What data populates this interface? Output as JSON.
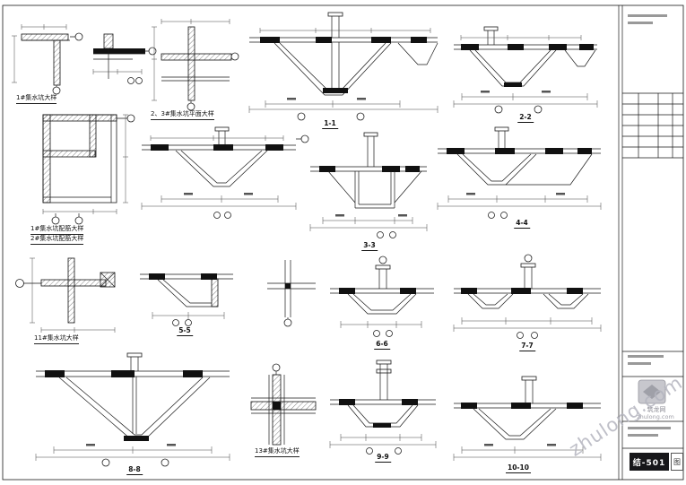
{
  "sheet": {
    "watermark": "zhulong.com"
  },
  "details": [
    {
      "name": "corner-wall-plan",
      "caption": "1#集水坑大样"
    },
    {
      "name": "sump-plan",
      "caption": "2、3#集水坑平面大样"
    },
    {
      "name": "wide-pit-section",
      "mark": "1-1"
    },
    {
      "name": "pit-section-right",
      "mark": "2-2"
    },
    {
      "name": "sump-plan-2",
      "caption1": "1#集水坑配筋大样",
      "caption2": "2#集水坑配筋大样"
    },
    {
      "name": "pit-section-mid",
      "mark": "3-3"
    },
    {
      "name": "pit-section-wide-2",
      "mark": "4-4"
    },
    {
      "name": "corner-wall-plan-2",
      "caption": "11#集水坑大样"
    },
    {
      "name": "pit-section-3a",
      "mark": "5-5"
    },
    {
      "name": "pit-section-3b",
      "mark": "6-6"
    },
    {
      "name": "twin-pit-section",
      "mark": "7-7"
    },
    {
      "name": "big-pit-section",
      "mark": "8-8"
    },
    {
      "name": "wall-cross-detail",
      "caption": "13#集水坑大样"
    },
    {
      "name": "pit-section-4a",
      "mark": "9-9"
    },
    {
      "name": "pit-section-4b",
      "mark": "10-10"
    }
  ],
  "title_block": {
    "logo_name": "筑龙网",
    "logo_domain": "zhulong.com",
    "sheet_no": "结-501",
    "stamp_label": "图"
  }
}
